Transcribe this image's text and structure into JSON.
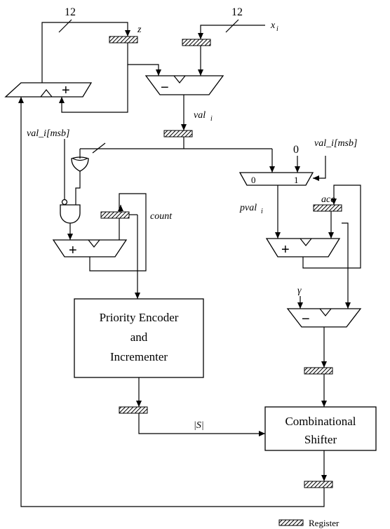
{
  "labels": {
    "bus_width_top": "12",
    "bus_width_input": "12",
    "z": "z",
    "x_i_main": "x",
    "x_i_sub": "i",
    "val_i_main": "val",
    "val_i_sub": "i",
    "val_msb_left": "val_i[msb]",
    "val_msb_right": "val_i[msb]",
    "zero": "0",
    "count": "count",
    "acc": "acc",
    "pval_main": "pval",
    "pval_sub": "i",
    "gamma": "γ",
    "set_size": "|S|"
  },
  "operators": {
    "add": "+",
    "sub": "−"
  },
  "mux": {
    "in0": "0",
    "in1": "1"
  },
  "blocks": {
    "priority_encoder_lines": [
      "Priority Encoder",
      "and",
      "Incrementer"
    ],
    "shifter_lines": [
      "Combinational",
      "Shifter"
    ]
  },
  "legend": {
    "register_label": "Register"
  }
}
